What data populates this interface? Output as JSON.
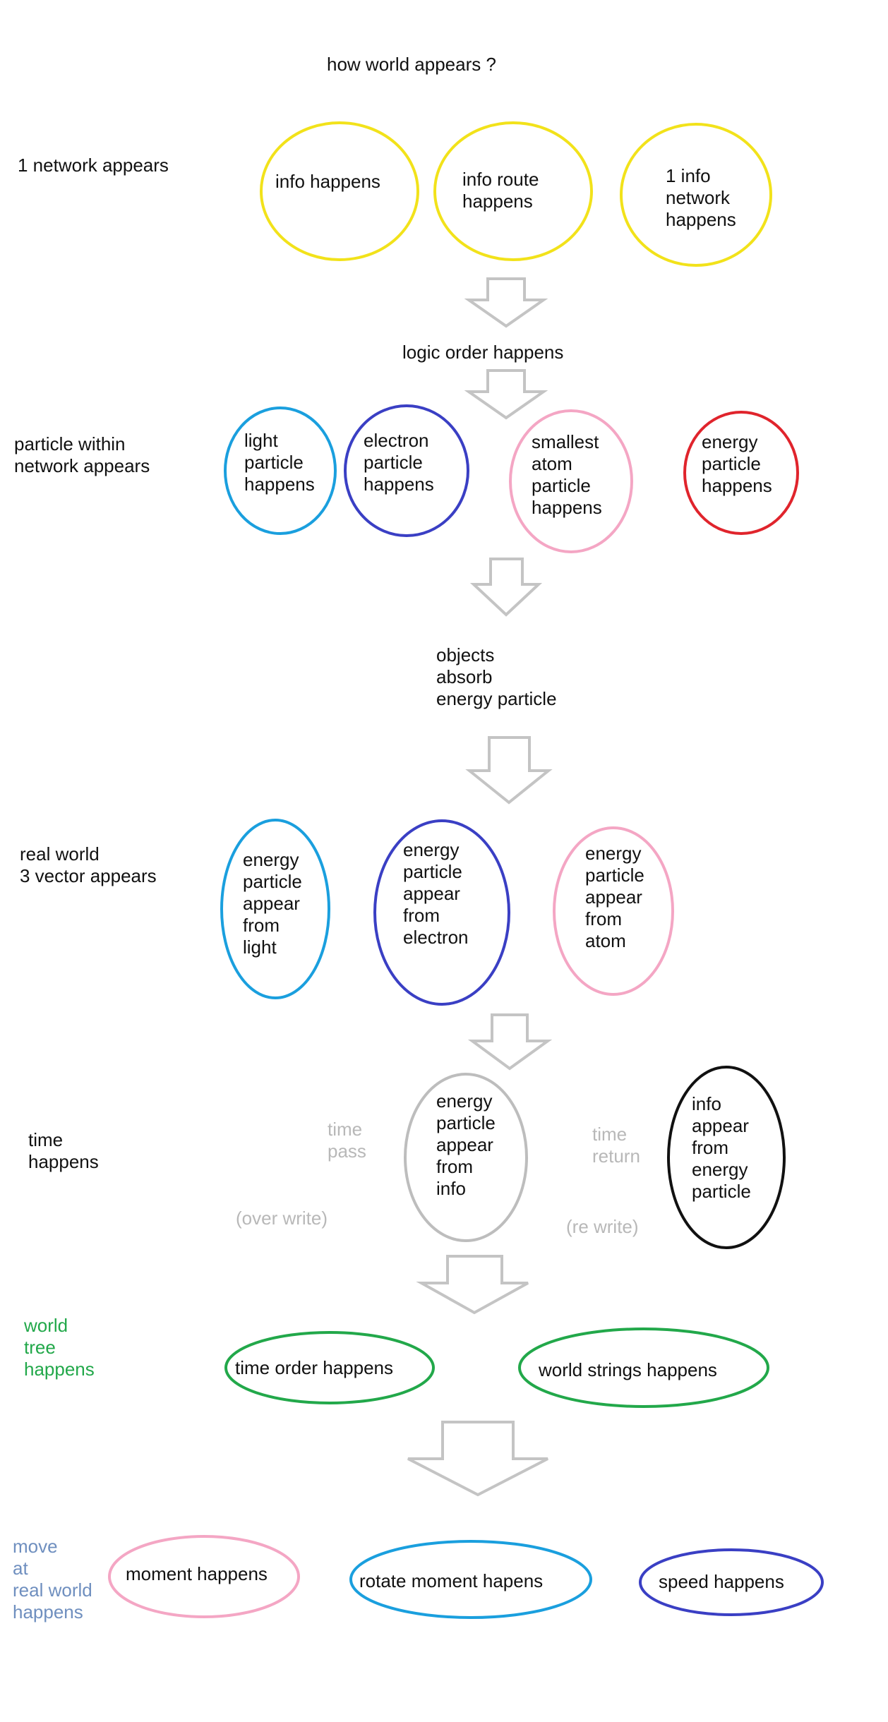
{
  "title": "how world appears ?",
  "colors": {
    "yellow": "#f2e21a",
    "light_blue": "#1a9fde",
    "dark_blue": "#3a3fc4",
    "pink": "#f4a6c4",
    "red": "#e0242c",
    "gray": "#bdbdbd",
    "black": "#111111",
    "green": "#22a84a",
    "slate": "#6f8fbf"
  },
  "rows": {
    "network": {
      "label": [
        "1 network appears"
      ],
      "nodes": [
        {
          "lines": [
            "info happens"
          ],
          "color": "yellow"
        },
        {
          "lines": [
            "info route",
            "happens"
          ],
          "color": "yellow"
        },
        {
          "lines": [
            "1 info",
            "network",
            "happens"
          ],
          "color": "yellow"
        }
      ]
    },
    "logic": {
      "text": [
        "logic order happens"
      ]
    },
    "particle": {
      "label": [
        "particle within",
        "network appears"
      ],
      "nodes": [
        {
          "lines": [
            "light",
            "particle",
            "happens"
          ],
          "color": "light_blue"
        },
        {
          "lines": [
            "electron",
            "particle",
            "happens"
          ],
          "color": "dark_blue"
        },
        {
          "lines": [
            "smallest",
            "atom",
            "particle",
            "happens"
          ],
          "color": "pink"
        },
        {
          "lines": [
            "energy",
            "particle",
            "happens"
          ],
          "color": "red"
        }
      ]
    },
    "absorb": {
      "text": [
        "objects",
        "absorb",
        "energy particle"
      ]
    },
    "real_world": {
      "label": [
        "real world",
        "3 vector appears"
      ],
      "nodes": [
        {
          "lines": [
            "energy",
            "particle",
            "appear",
            "from",
            "light"
          ],
          "color": "light_blue"
        },
        {
          "lines": [
            "energy",
            "particle",
            "appear",
            "from",
            "electron"
          ],
          "color": "dark_blue"
        },
        {
          "lines": [
            "energy",
            "particle",
            "appear",
            "from",
            "atom"
          ],
          "color": "pink"
        }
      ]
    },
    "time": {
      "label": [
        "time",
        "happens"
      ],
      "time_pass": [
        "time",
        "pass"
      ],
      "over_write": [
        "(over write)"
      ],
      "time_return": [
        "time",
        "return"
      ],
      "re_write": [
        "(re write)"
      ],
      "nodes": [
        {
          "lines": [
            "energy",
            "particle",
            "appear",
            "from",
            "info"
          ],
          "color": "gray"
        },
        {
          "lines": [
            "info",
            "appear",
            "from",
            "energy",
            "particle"
          ],
          "color": "black"
        }
      ]
    },
    "world_tree": {
      "label": [
        "world",
        "tree",
        "happens"
      ],
      "nodes": [
        {
          "lines": [
            "time order happens"
          ],
          "color": "green"
        },
        {
          "lines": [
            "world strings happens"
          ],
          "color": "green"
        }
      ]
    },
    "move": {
      "label": [
        "move",
        "at",
        "real world",
        "happens"
      ],
      "nodes": [
        {
          "lines": [
            "moment happens"
          ],
          "color": "pink"
        },
        {
          "lines": [
            "rotate moment hapens"
          ],
          "color": "light_blue"
        },
        {
          "lines": [
            "speed happens"
          ],
          "color": "dark_blue"
        }
      ]
    }
  }
}
